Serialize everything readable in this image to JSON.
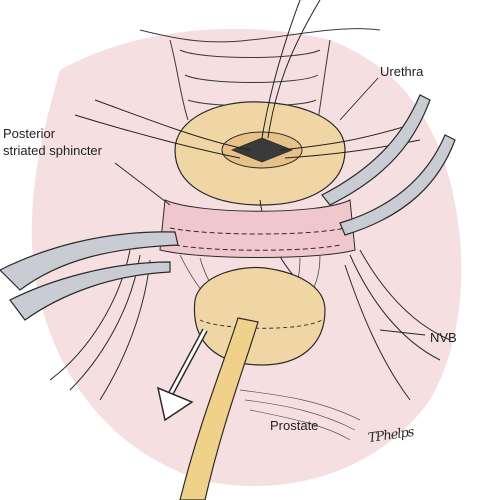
{
  "labels": {
    "urethra": "Urethra",
    "posterior_line1": "Posterior",
    "posterior_line2": "striated sphincter",
    "nvb": "NVB",
    "prostate": "Prostate"
  },
  "signature": "TPhelps",
  "colors": {
    "background_tissue": "#f6dfe0",
    "urethral_stump": "#f1d6a5",
    "catheter": "#efd18a",
    "instrument": "#c9ccd2",
    "nerve_bundle": "#f3e3b3",
    "outline": "#2b2b2b"
  },
  "icons": [
    "forceps-left-icon",
    "forceps-right-icon",
    "catheter-icon",
    "traction-arrow-icon"
  ]
}
